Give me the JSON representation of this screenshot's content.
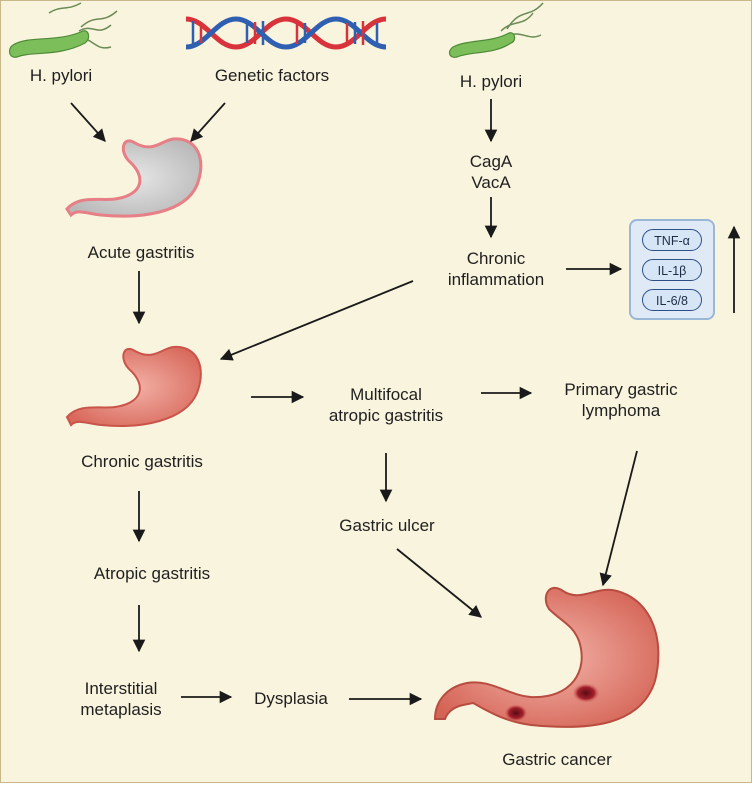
{
  "nodes": {
    "hpylori_left": "H. pylori",
    "genetic_factors": "Genetic factors",
    "hpylori_right": "H. pylori",
    "caga": "CagA",
    "vaca": "VacA",
    "acute_gastritis": "Acute gastritis",
    "chronic_inflammation_1": "Chronic",
    "chronic_inflammation_2": "inflammation",
    "chronic_gastritis": "Chronic gastritis",
    "multifocal_1": "Multifocal",
    "multifocal_2": "atropic gastritis",
    "lymphoma_1": "Primary gastric",
    "lymphoma_2": "lymphoma",
    "gastric_ulcer": "Gastric ulcer",
    "atropic_gastritis": "Atropic gastritis",
    "interstitial_1": "Interstitial",
    "interstitial_2": "metaplasis",
    "dysplasia": "Dysplasia",
    "gastric_cancer": "Gastric cancer"
  },
  "cytokines": [
    "TNF-α",
    "IL-1β",
    "IL-6/8"
  ],
  "icons": [
    "bacterium-icon",
    "dna-helix-icon",
    "stomach-icon",
    "up-arrow-icon"
  ],
  "colors": {
    "background": "#f9f4de",
    "bacterium": "#7cbf5a",
    "dna_red": "#d8323a",
    "dna_blue": "#2f5fb0",
    "acute_stomach": "#c9c9c9",
    "chronic_stomach": "#e88a7c",
    "cancer_stomach": "#e27b6d",
    "cytokine_box": "#dfeaf6"
  }
}
